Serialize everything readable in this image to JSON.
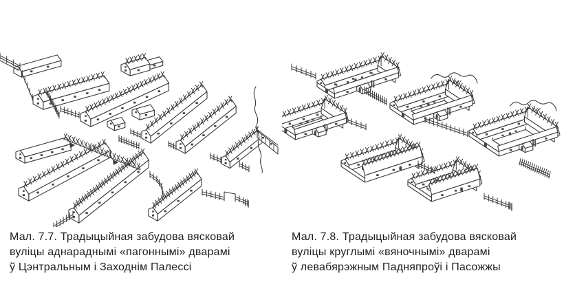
{
  "colors": {
    "ink": "#3a3a3a",
    "paper": "#ffffff",
    "window": "#454545",
    "caption_text": "#1e1e1e"
  },
  "figures": [
    {
      "caption_lines": [
        "Мал. 7.7. Традыцыйная забудова вясковай",
        "вуліцы аднараднымі «пагоннымі» дварамі",
        "ў Цэнтральным і Заходнім Палессі"
      ]
    },
    {
      "caption_lines": [
        "Мал. 7.8. Традыцыйная забудова вясковай",
        "вуліцы круглымі «вяночнымі» дварамі",
        "ў левабярэжным Падняпроўі і Пасожжы"
      ]
    }
  ]
}
